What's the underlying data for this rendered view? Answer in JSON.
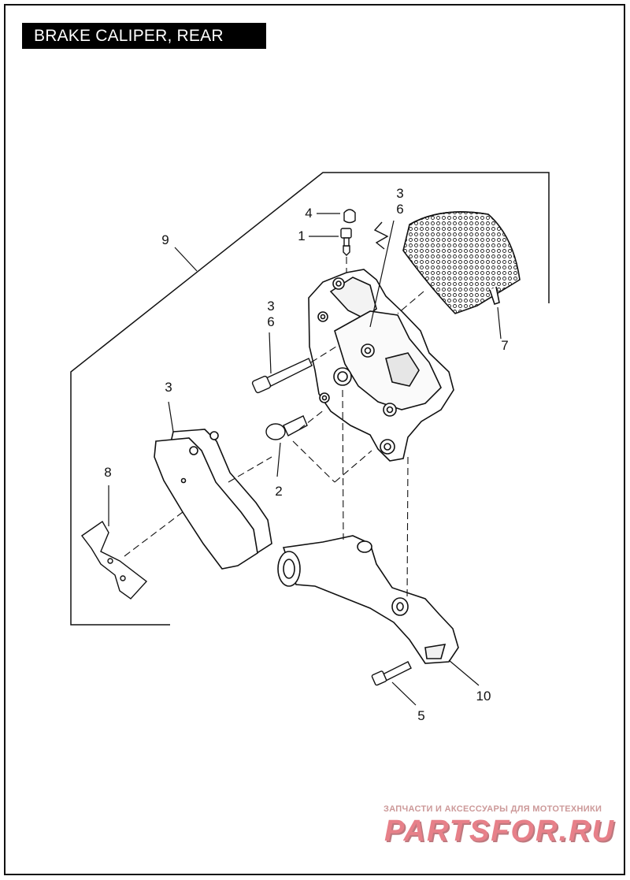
{
  "title": "BRAKE CALIPER, REAR",
  "callouts": [
    {
      "id": "c9",
      "label": "9"
    },
    {
      "id": "c4",
      "label": "4"
    },
    {
      "id": "c1",
      "label": "1"
    },
    {
      "id": "c3a",
      "label": "3"
    },
    {
      "id": "c6a",
      "label": "6"
    },
    {
      "id": "c3b",
      "label": "3"
    },
    {
      "id": "c6b",
      "label": "6"
    },
    {
      "id": "c7",
      "label": "7"
    },
    {
      "id": "c3c",
      "label": "3"
    },
    {
      "id": "c8",
      "label": "8"
    },
    {
      "id": "c2",
      "label": "2"
    },
    {
      "id": "c10",
      "label": "10"
    },
    {
      "id": "c5",
      "label": "5"
    }
  ],
  "watermark": {
    "tagline": "ЗАПЧАСТИ И АКСЕССУАРЫ ДЛЯ МОТОТЕХНИКИ",
    "brand": "PARTSFOR.RU"
  },
  "colors": {
    "ink": "#111111",
    "title_bg": "#000000",
    "title_fg": "#ffffff",
    "watermark_red": "#d41a2a"
  }
}
